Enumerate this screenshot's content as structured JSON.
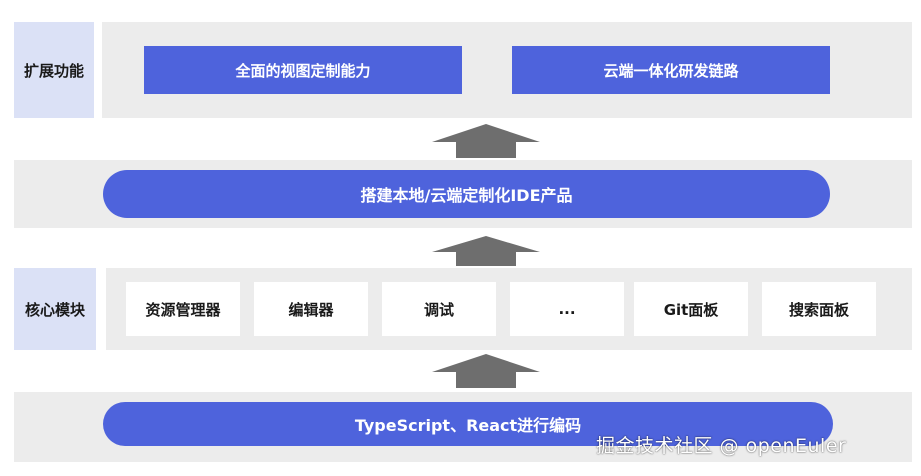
{
  "extension_row": {
    "label": "扩展功能",
    "items": [
      "全面的视图定制能力",
      "云端一体化研发链路"
    ]
  },
  "product_row": {
    "label": "搭建本地/云端定制化IDE产品"
  },
  "core_row": {
    "label": "核心模块",
    "modules": [
      "资源管理器",
      "编辑器",
      "调试",
      "...",
      "Git面板",
      "搜索面板"
    ]
  },
  "base_row": {
    "label": "TypeScript、React进行编码"
  },
  "watermark": "掘金技术社区 @ openEuler",
  "colors": {
    "accent_blue": "#4e63dc",
    "label_bg": "#dbe1f6",
    "panel_bg": "#ececec",
    "arrow": "#6e6e6e"
  }
}
